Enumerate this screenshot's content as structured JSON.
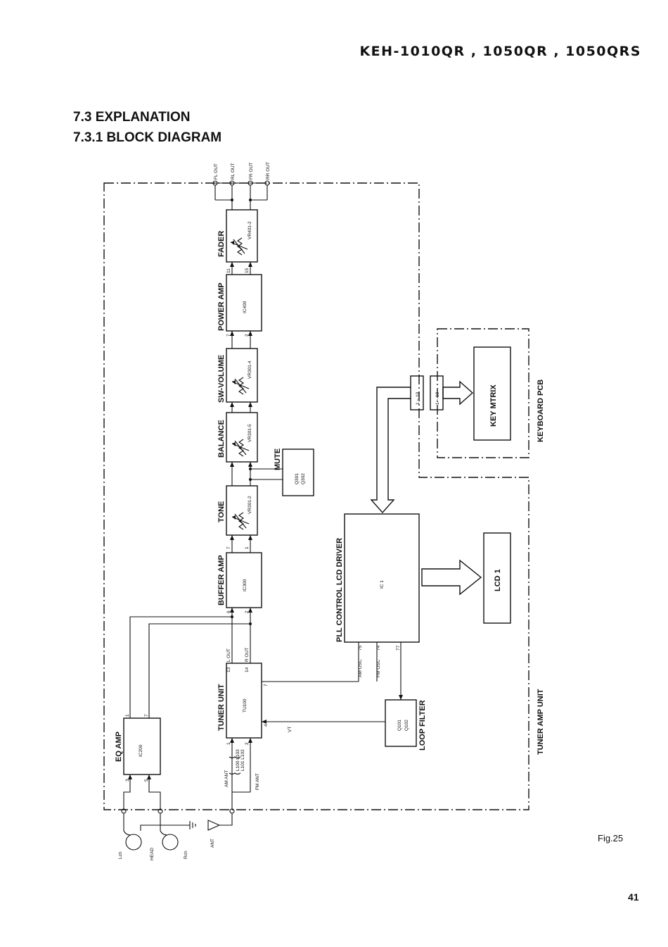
{
  "header": {
    "model": "KEH-1010QR , 1050QR , 1050QRS"
  },
  "section": {
    "title": "7.3 EXPLANATION",
    "subtitle": "7.3.1 BLOCK DIAGRAM"
  },
  "figure_label": "Fig.25",
  "page_number": "41",
  "units": {
    "tuner_amp": "TUNER AMP UNIT",
    "keyboard": "KEYBOARD PCB"
  },
  "blocks": {
    "fader": {
      "label": "FADER",
      "part": "VR401-2"
    },
    "power_amp": {
      "label": "POWER AMP",
      "part": "IC400"
    },
    "sw_volume": {
      "label": "SW-VOLUME",
      "part": "VR301-4"
    },
    "balance": {
      "label": "BALANCE",
      "part": "VR301-5"
    },
    "tone": {
      "label": "TONE",
      "part": "VR301-2"
    },
    "mute": {
      "label": "MUTE",
      "part1": "Q301",
      "part2": "Q302"
    },
    "buffer_amp": {
      "label": "BUFFER AMP",
      "part": "IC300"
    },
    "tuner_unit": {
      "label": "TUNER UNIT",
      "part": "TU100"
    },
    "eq_amp": {
      "label": "EQ AMP",
      "part": "IC200"
    },
    "pll": {
      "label": "PLL CONTROL  LCD DRIVER",
      "part": "IC 1"
    },
    "lcd": {
      "label": "LCD 1"
    },
    "key_matrix": {
      "label": "KEY MTRIX"
    },
    "loop_filter": {
      "label": "LOOP FILTER",
      "part1": "Q101",
      "part2": "Q102"
    },
    "connector": {
      "label": "1 ~ 10"
    }
  },
  "outputs": [
    "FL OUT",
    "RL OUT",
    "FR OUT",
    "RR OUT"
  ],
  "signals": {
    "l_out": "L OUT",
    "r_out": "R OUT",
    "am_osc": "AM OSC",
    "fm_osc": "FM OSC",
    "vt": "VT",
    "am_ant": "AM ANT",
    "fm_ant": "FM ANT",
    "coils1": "L100  L103",
    "coils2": "L101  L102"
  },
  "pins": {
    "buf_in_l": "6",
    "buf_in_r": "2",
    "buf_out_l": "7",
    "buf_out_r": "1",
    "pa_in_l": "7",
    "pa_in_r": "2",
    "pa_out_l": "11",
    "pa_out_r": "15",
    "tu_l": "13",
    "tu_r": "14",
    "tu_7": "7",
    "tu_4": "4",
    "tu_1": "1",
    "tu_2": "2",
    "eq_1": "1",
    "eq_7": "7",
    "eq_3": "3",
    "eq_5": "5",
    "ic_75": "75",
    "ic_74": "74",
    "ic_77": "77"
  },
  "inputs": {
    "lch": "Lch",
    "head": "HEAD",
    "rch": "Rch",
    "ant": "ANT"
  }
}
